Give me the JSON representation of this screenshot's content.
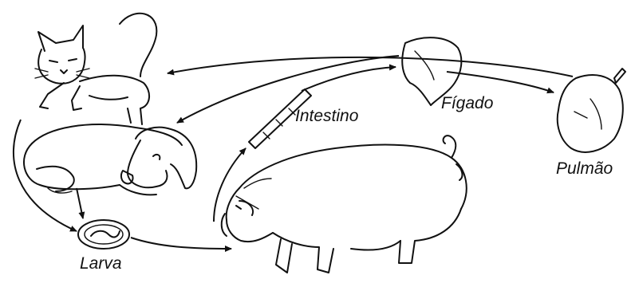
{
  "diagram": {
    "labels": {
      "intestine": "Intestino",
      "liver": "Fígado",
      "lung": "Pulmão",
      "larva": "Larva"
    },
    "animals": [
      "cat-icon",
      "dog-icon",
      "pig-icon"
    ],
    "colors": {
      "ink": "#111111",
      "background": "#ffffff"
    }
  }
}
